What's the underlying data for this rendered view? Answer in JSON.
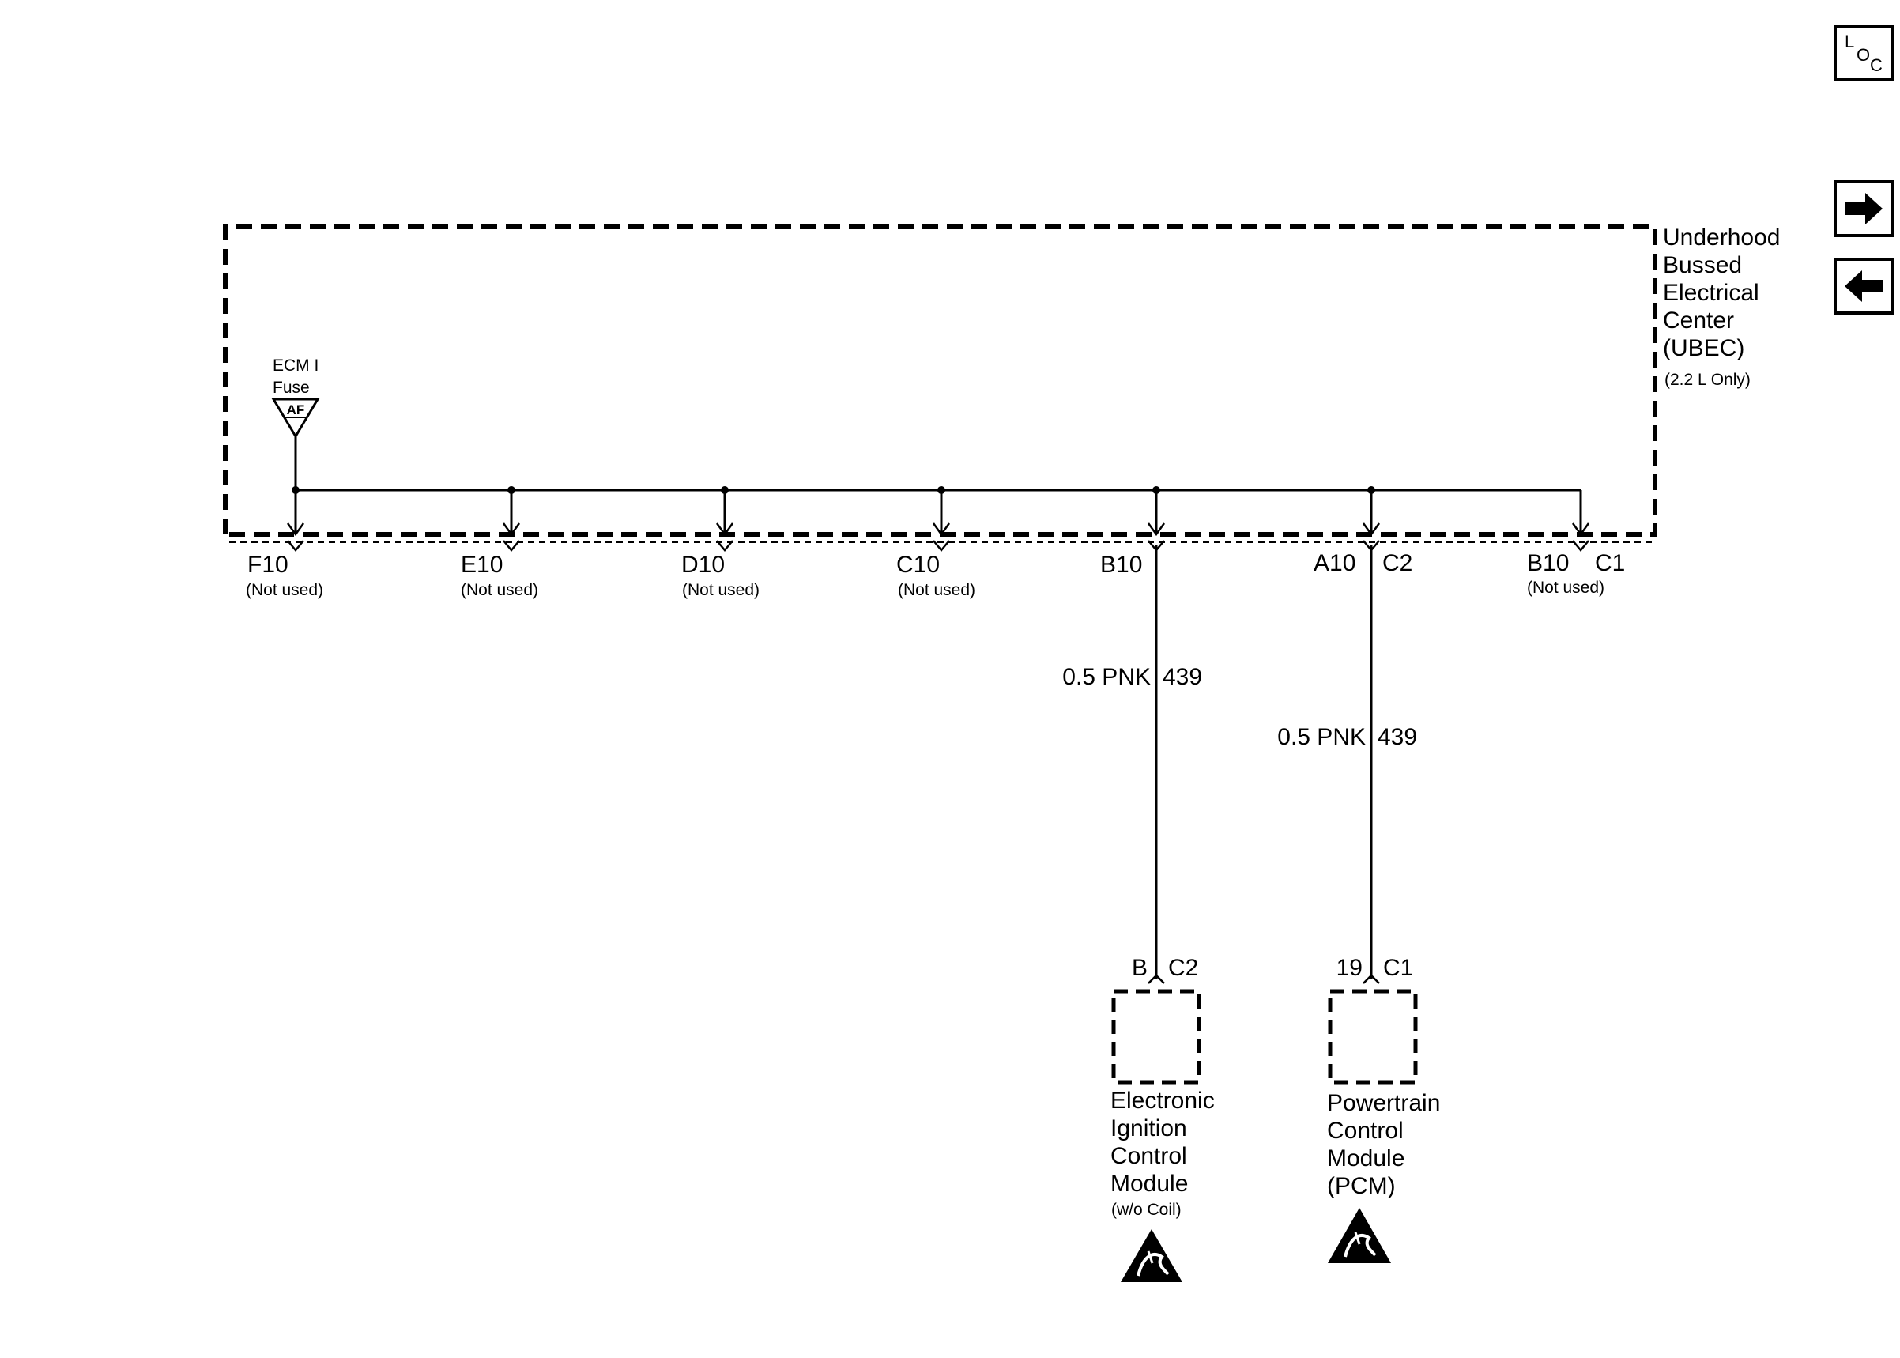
{
  "buttons": {
    "loc_icon": "location-icon",
    "next_icon": "right-arrow-icon",
    "prev_icon": "left-arrow-icon"
  },
  "loc_text": {
    "l": "L",
    "o": "O",
    "c": "C"
  },
  "ubec": {
    "lines": [
      "Underhood",
      "Bussed",
      "Electrical",
      "Center",
      "(UBEC)"
    ],
    "note": "(2.2 L Only)"
  },
  "fuse": {
    "lines": [
      "ECM I",
      "Fuse"
    ],
    "symbol_label": "AF"
  },
  "terminals": [
    {
      "pin": "F10",
      "connector": "",
      "note": "(Not used)"
    },
    {
      "pin": "E10",
      "connector": "",
      "note": "(Not used)"
    },
    {
      "pin": "D10",
      "connector": "",
      "note": "(Not used)"
    },
    {
      "pin": "C10",
      "connector": "",
      "note": "(Not used)"
    },
    {
      "pin": "B10",
      "connector": "",
      "note": ""
    },
    {
      "pin": "A10",
      "connector": "C2",
      "note": ""
    },
    {
      "pin": "B10",
      "connector": "C1",
      "note": "(Not used)"
    }
  ],
  "wires": [
    {
      "size_color": "0.5 PNK",
      "circuit": "439"
    },
    {
      "size_color": "0.5 PNK",
      "circuit": "439"
    }
  ],
  "modules": [
    {
      "pin": "B",
      "connector": "C2",
      "lines": [
        "Electronic",
        "Ignition",
        "Control",
        "Module"
      ],
      "note": "(w/o Coil)",
      "esd_icon": "esd-warning-icon"
    },
    {
      "pin": "19",
      "connector": "C1",
      "lines": [
        "Powertrain",
        "Control",
        "Module",
        "(PCM)"
      ],
      "note": "",
      "esd_icon": "esd-warning-icon"
    }
  ]
}
